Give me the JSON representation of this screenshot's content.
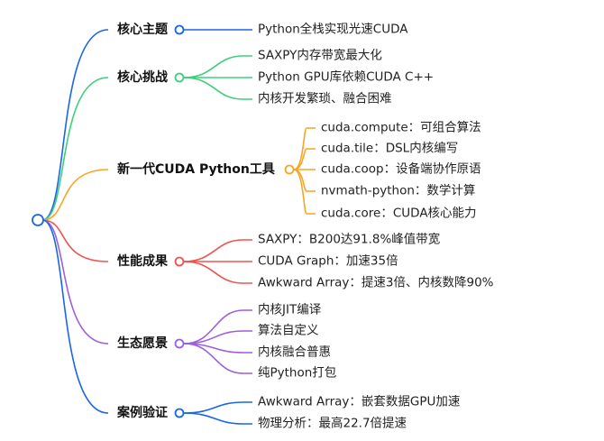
{
  "root": {
    "color": "#1a66e6"
  },
  "branches": [
    {
      "label": "核心主题",
      "color": "#1a66e6",
      "children": [
        "Python全栈实现光速CUDA"
      ]
    },
    {
      "label": "核心挑战",
      "color": "#3ecf7a",
      "children": [
        "SAXPY内存带宽最大化",
        "Python GPU库依赖CUDA C++",
        "内核开发繁琐、融合困难"
      ]
    },
    {
      "label": "新一代CUDA Python工具",
      "color": "#f5a623",
      "children": [
        "cuda.compute：可组合算法",
        "cuda.tile：DSL内核编写",
        "cuda.coop：设备端协作原语",
        "nvmath-python：数学计算",
        "cuda.core：CUDA核心能力"
      ]
    },
    {
      "label": "性能成果",
      "color": "#ef5350",
      "children": [
        "SAXPY：B200达91.8%峰值带宽",
        "CUDA Graph：加速35倍",
        "Awkward Array：提速3倍、内核数降90%"
      ]
    },
    {
      "label": "生态愿景",
      "color": "#9c5fe0",
      "children": [
        "内核JIT编译",
        "算法自定义",
        "内核融合普惠",
        "纯Python打包"
      ]
    },
    {
      "label": "案例验证",
      "color": "#1a66e6",
      "children": [
        "Awkward Array：嵌套数据GPU加速",
        "物理分析：最高22.7倍提速"
      ]
    }
  ]
}
